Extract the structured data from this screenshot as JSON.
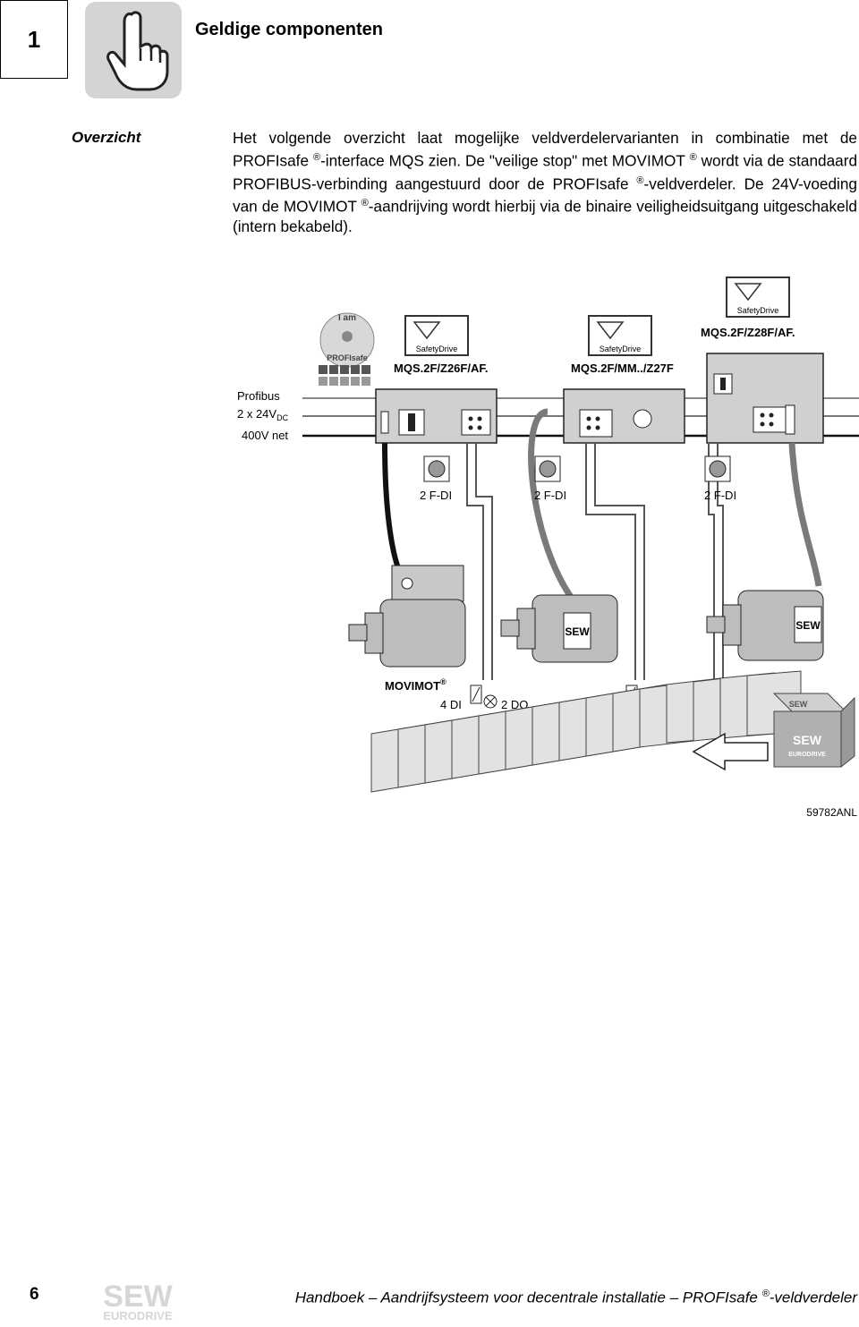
{
  "header": {
    "chapter_number": "1",
    "title": "Geldige componenten"
  },
  "section": {
    "label": "Overzicht",
    "paragraph": {
      "p1": "Het volgende overzicht laat mogelijke veldverdelervarianten in combinatie met de PROFIsafe",
      "p2": "-interface MQS zien. De \"veilige stop\" met MOVIMOT",
      "p3": " wordt via de standaard PROFIBUS-verbinding aangestuurd door de PROFIsafe",
      "p4": "-veldverdeler. De 24V-voeding van de MOVIMOT",
      "p5": "-aandrijving wordt hierbij via de binaire veiligheidsuitgang uitgeschakeld (intern bekabeld).",
      "registered": "®"
    }
  },
  "diagram": {
    "badge_line1": "I am",
    "badge_line2": "PROFIsafe",
    "safety_drive": "SafetyDrive",
    "module_labels": [
      "MQS.2F/Z26F/AF.",
      "MQS.2F/MM../Z27F",
      "MQS.2F/Z28F/AF."
    ],
    "bus_labels": [
      "Profibus",
      "2 x 24V",
      "DC",
      "400V net"
    ],
    "fdi_labels": [
      "2 F-DI",
      "2 F-DI",
      "2 F-DI"
    ],
    "movimot_label": "MOVIMOT",
    "registered": "®",
    "di_label": "4 DI",
    "do_label": "2 DO",
    "sew_motor": "SEW",
    "sew_box_1": "SEW",
    "sew_box_2": "EURODRIVE",
    "figure_id": "59782ANL",
    "colors": {
      "cable": "#6e6e6e",
      "motor": "#bdbdbd",
      "module": "#d0d0d0",
      "roller": "#e2e2e2"
    }
  },
  "footer": {
    "page_number": "6",
    "logo_line1": "SEW",
    "logo_line2": "EURODRIVE",
    "text_before": "Handboek – Aandrijfsysteem voor decentrale installatie – PROFIsafe",
    "registered": "®",
    "text_after": "-veldverdeler"
  }
}
